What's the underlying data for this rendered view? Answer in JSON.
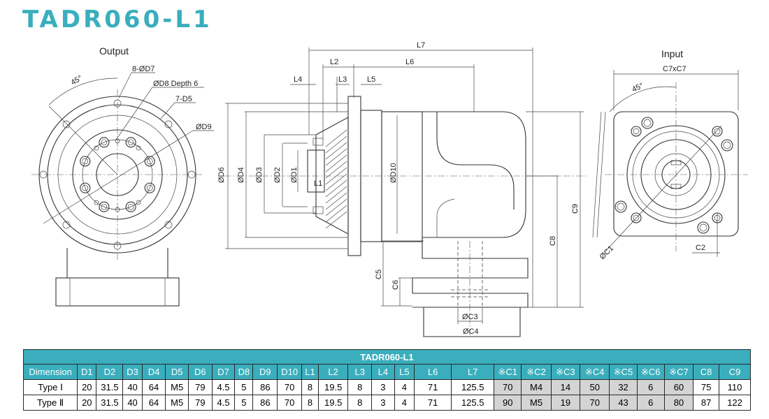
{
  "title": "TADR060-L1",
  "views": {
    "output_label": "Output",
    "input_label": "Input"
  },
  "callouts": {
    "holes_d7": "8-ØD7",
    "d8_depth": "ØD8 Depth 6",
    "d5_holes": "7-D5",
    "d9": "ØD9",
    "angle_out": "45°",
    "angle_in": "45°",
    "c7xc7": "C7xC7",
    "c1": "ØC1",
    "c2": "C2"
  },
  "dims_side": {
    "l7": "L7",
    "l2": "L2",
    "l6": "L6",
    "l4": "L4",
    "l3": "L3",
    "l5": "L5",
    "l1": "L1",
    "d6": "ØD6",
    "d4": "ØD4",
    "d3": "ØD3",
    "d2": "ØD2",
    "d1": "ØD1",
    "d10": "ØD10",
    "c9": "C9",
    "c8": "C8",
    "c5": "C5",
    "c6": "C6",
    "c3": "ØC3",
    "c4": "ØC4"
  },
  "table": {
    "caption": "TADR060-L1",
    "headers": [
      "Dimension",
      "D1",
      "D2",
      "D3",
      "D4",
      "D5",
      "D6",
      "D7",
      "D8",
      "D9",
      "D10",
      "L1",
      "L2",
      "L3",
      "L4",
      "L5",
      "L6",
      "L7",
      "※C1",
      "※C2",
      "※C3",
      "※C4",
      "※C5",
      "※C6",
      "※C7",
      "C8",
      "C9"
    ],
    "rows": [
      [
        "Type Ⅰ",
        "20",
        "31.5",
        "40",
        "64",
        "M5",
        "79",
        "4.5",
        "5",
        "86",
        "70",
        "8",
        "19.5",
        "8",
        "3",
        "4",
        "71",
        "125.5",
        "70",
        "M4",
        "14",
        "50",
        "32",
        "6",
        "60",
        "75",
        "110"
      ],
      [
        "Type Ⅱ",
        "20",
        "31.5",
        "40",
        "64",
        "M5",
        "79",
        "4.5",
        "5",
        "86",
        "70",
        "8",
        "19.5",
        "8",
        "3",
        "4",
        "71",
        "125.5",
        "90",
        "M5",
        "19",
        "70",
        "43",
        "6",
        "80",
        "87",
        "122"
      ]
    ],
    "grey_cols": [
      18,
      19,
      20,
      21,
      22,
      23,
      24
    ]
  }
}
